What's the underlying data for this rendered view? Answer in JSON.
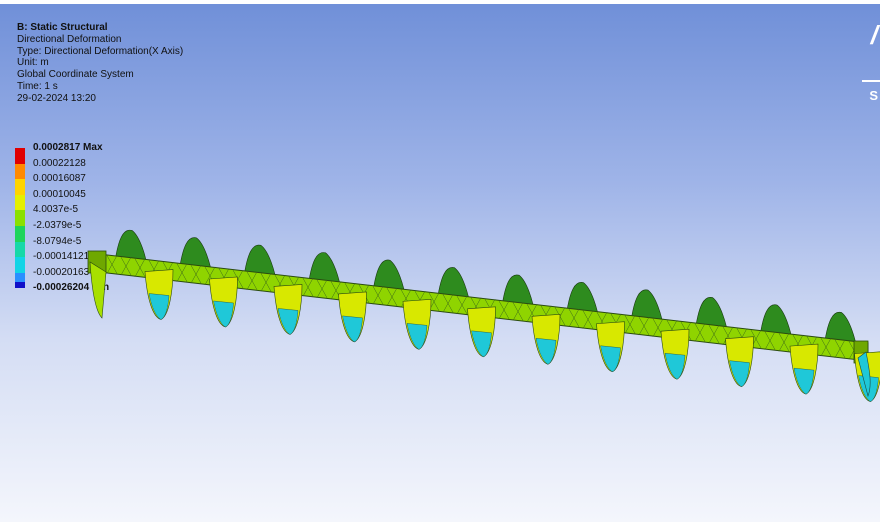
{
  "info": {
    "title": "B: Static Structural",
    "lines": [
      "Directional Deformation",
      "Type: Directional Deformation(X Axis)",
      "Unit: m",
      "Global Coordinate System",
      "Time: 1 s",
      "29-02-2024 13:20"
    ]
  },
  "legend": {
    "entries": [
      {
        "label": "0.0002817 Max",
        "color": "#e00000"
      },
      {
        "label": "0.00022128",
        "color": "#ff8a00"
      },
      {
        "label": "0.00016087",
        "color": "#ffd400"
      },
      {
        "label": "0.00010045",
        "color": "#e5f000"
      },
      {
        "label": "4.0037e-5",
        "color": "#8ae000"
      },
      {
        "label": "-2.0379e-5",
        "color": "#1fd45a"
      },
      {
        "label": "-8.0794e-5",
        "color": "#16d8a8"
      },
      {
        "label": "-0.00014121",
        "color": "#12d4e6"
      },
      {
        "label": "-0.00020163",
        "color": "#2a90ff"
      },
      {
        "label": "-0.00026204 Min",
        "color": "#1010c8"
      }
    ]
  },
  "logo": {
    "mark_icon": "ansys-logo-icon",
    "letter": "S"
  },
  "model": {
    "shaft_color": "#8fd400",
    "flight_colors": [
      "#2e8b1e",
      "#d8e800",
      "#1fc8d8"
    ]
  }
}
